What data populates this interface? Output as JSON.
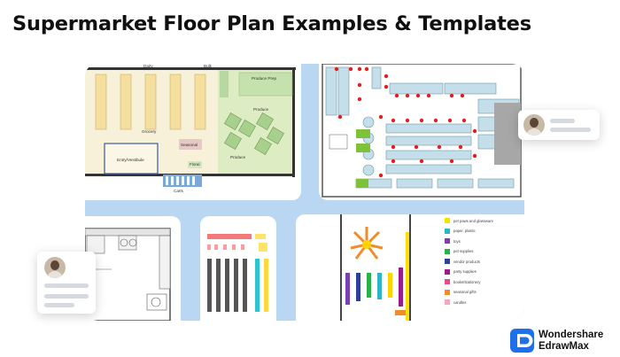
{
  "page": {
    "title": "Supermarket Floor Plan Examples & Templates"
  },
  "plan_1": {
    "labels": {
      "dairy": "Dairy",
      "bulk": "Bulk",
      "produce_prep": "Produce Prep",
      "produce_upper": "Produce",
      "grocery": "Grocery",
      "seasonal": "Seasonal",
      "entry": "Entry/Vestibule",
      "floral": "Floral",
      "produce_lower": "Produce",
      "carts": "Carts"
    }
  },
  "plan_5": {
    "legend": [
      {
        "label": "pet paws and glassware",
        "color": "#f2e600"
      },
      {
        "label": "paper, plastic",
        "color": "#2fb5c9"
      },
      {
        "label": "toys",
        "color": "#7a3fb3"
      },
      {
        "label": "pet supplies",
        "color": "#29b24a"
      },
      {
        "label": "vendor products",
        "color": "#2c3f9e"
      },
      {
        "label": "party supplies",
        "color": "#9a1b8f"
      },
      {
        "label": "books/stationery",
        "color": "#e74c8b"
      },
      {
        "label": "seasonal gifts",
        "color": "#f08c2a"
      },
      {
        "label": "candles",
        "color": "#f5a6b8"
      }
    ]
  },
  "brand": {
    "line1": "Wondershare",
    "line2": "EdrawMax",
    "color": "#1f6fe8"
  },
  "colors": {
    "board": "#b9d6f2",
    "plan_floor": "#f6f1d8",
    "produce_green": "#a8d08d",
    "aisle_red": "#e01f1f"
  }
}
